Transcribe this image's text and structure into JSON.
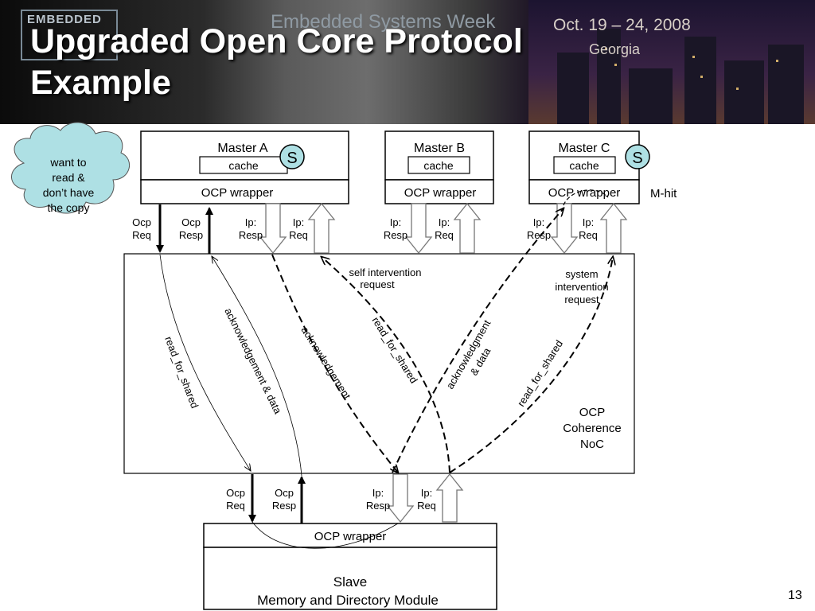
{
  "slide": {
    "title_line1": "Upgraded Open Core Protocol",
    "title_line2": "Example",
    "page_number": "13"
  },
  "banner": {
    "logo_text": "EMBEDDED",
    "event": "Embedded Systems Week",
    "date": "Oct. 19 – 24, 2008",
    "location": "Georgia"
  },
  "diagram": {
    "masters": [
      {
        "name": "Master A",
        "cache": "cache",
        "wrapper": "OCP wrapper",
        "state": "S"
      },
      {
        "name": "Master B",
        "cache": "cache",
        "wrapper": "OCP wrapper",
        "state": ""
      },
      {
        "name": "Master C",
        "cache": "cache",
        "wrapper": "OCP wrapper",
        "state": "S"
      }
    ],
    "cloud_text": [
      "want to",
      "read &",
      "don’t have",
      "the copy"
    ],
    "m_hit": "M-hit",
    "port_labels": {
      "ocp_req": [
        "Ocp",
        "Req"
      ],
      "ocp_resp": [
        "Ocp",
        "Resp"
      ],
      "ip_resp": [
        "Ip:",
        "Resp"
      ],
      "ip_req": [
        "Ip:",
        "Req"
      ]
    },
    "noc_label": [
      "OCP",
      "Coherence",
      "NoC"
    ],
    "self_intervention": [
      "self  intervention",
      "request"
    ],
    "system_intervention": [
      "system",
      "intervention",
      "request"
    ],
    "flow_labels": {
      "read_for_shared": "read_for_shared",
      "ack_data": "acknowledgement & data",
      "acknowledgement": "acknowledgement",
      "ack_data_c1": "acknowledgment",
      "ack_data_c2": "& data"
    },
    "slave": {
      "wrapper": "OCP wrapper",
      "line1": "Slave",
      "line2": "Memory and Directory Module"
    }
  }
}
